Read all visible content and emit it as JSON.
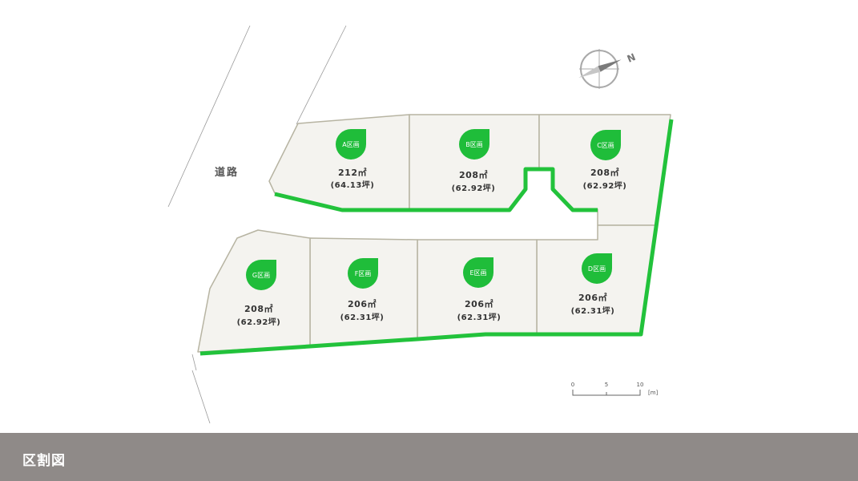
{
  "road": {
    "label": "道路"
  },
  "compass": {
    "letter": "N"
  },
  "scale": {
    "ticks": [
      "0",
      "5",
      "10"
    ],
    "unit": "[m]"
  },
  "lots": [
    {
      "id": "A",
      "name": "A区画",
      "area": "212㎡",
      "tsubo": "(64.13坪)"
    },
    {
      "id": "B",
      "name": "B区画",
      "area": "208㎡",
      "tsubo": "(62.92坪)"
    },
    {
      "id": "C",
      "name": "C区画",
      "area": "208㎡",
      "tsubo": "(62.92坪)"
    },
    {
      "id": "D",
      "name": "D区画",
      "area": "206㎡",
      "tsubo": "(62.31坪)"
    },
    {
      "id": "E",
      "name": "E区画",
      "area": "206㎡",
      "tsubo": "(62.31坪)"
    },
    {
      "id": "F",
      "name": "F区画",
      "area": "206㎡",
      "tsubo": "(62.31坪)"
    },
    {
      "id": "G",
      "name": "G区画",
      "area": "208㎡",
      "tsubo": "(62.92坪)"
    }
  ],
  "footer": {
    "title": "区割図"
  },
  "colors": {
    "badge": "#1fbd3a",
    "frontage": "#22c23b",
    "lot_fill": "#f4f3ef",
    "lot_border": "#b7b4a2",
    "footer_bg": "#8f8a88"
  }
}
